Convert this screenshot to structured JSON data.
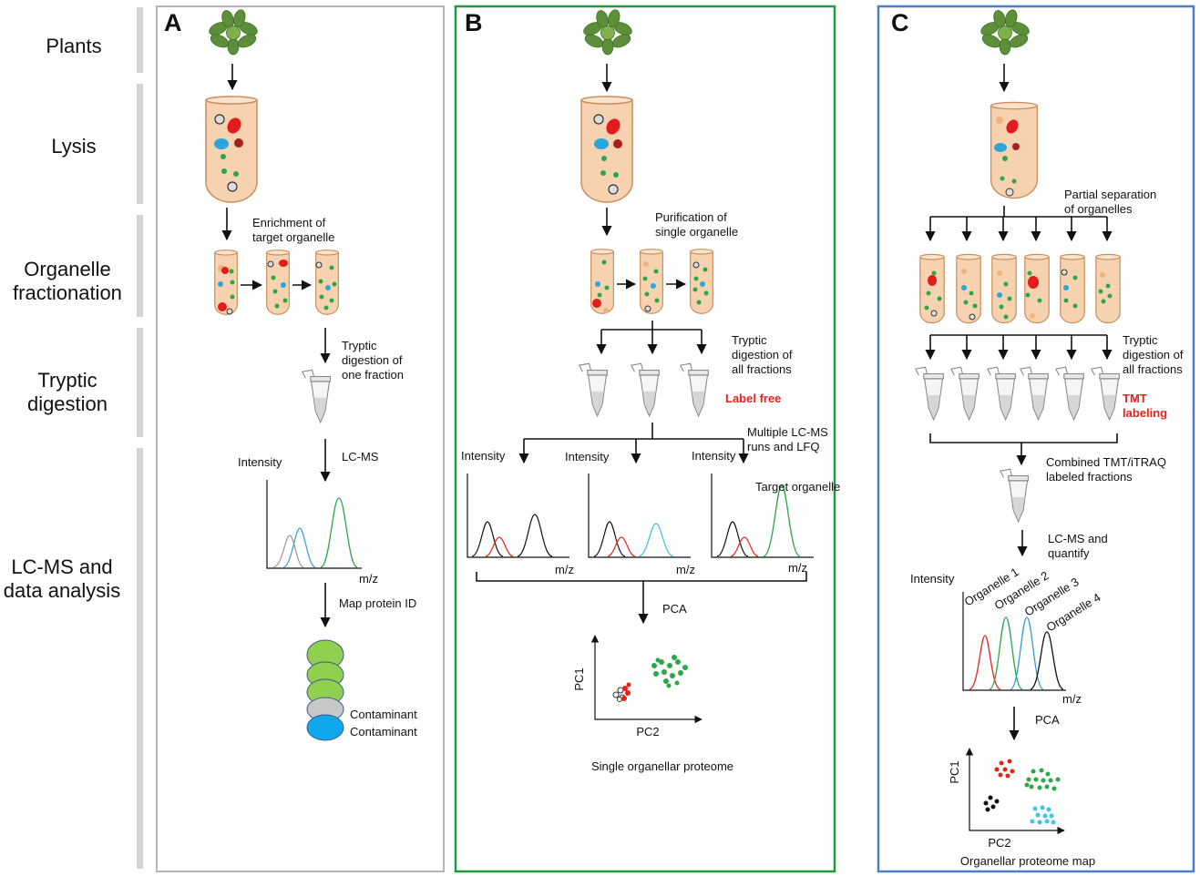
{
  "stages": [
    "Plants",
    "Lysis",
    "Organelle|fractionation",
    "Tryptic|digestion",
    "LC-MS and|data analysis"
  ],
  "colors": {
    "panel_a_border": "#b5b5b5",
    "panel_b_border": "#1e9a3c",
    "panel_c_border": "#4a7ec9",
    "stage_bar": "#d4d4d4",
    "tube_fill": "#f7d2b0",
    "tube_stroke": "#c98e5c",
    "red_organelle": "#e21b1b",
    "dark_red_organelle": "#a52020",
    "blue_organelle": "#2aa6dd",
    "green_organelle": "#2aa845",
    "peach_organelle": "#f2b27d",
    "lime_blob": "#8fd04e",
    "contaminant_gray": "#c8c8c8",
    "contaminant_blue": "#10a8ec",
    "label_red": "#e8231a"
  },
  "panel_a": {
    "letter": "A",
    "enrichment": "Enrichment of|target organelle",
    "tryptic": "Tryptic|digestion of|one fraction",
    "lcms": "LC-MS",
    "intensity": "Intensity",
    "mz": "m/z",
    "map": "Map protein ID",
    "contaminant1": "Contaminant",
    "contaminant2": "Contaminant"
  },
  "panel_b": {
    "letter": "B",
    "purification": "Purification of|single organelle",
    "tryptic": "Tryptic|digestion of|all fractions",
    "label_free": "Label free",
    "multiple": "Multiple LC-MS|runs  and  LFQ",
    "intensity": "Intensity",
    "mz": "m/z",
    "target": "Target organelle",
    "pca": "PCA",
    "pc1": "PC1",
    "pc2": "PC2",
    "footer": "Single organellar proteome"
  },
  "panel_c": {
    "letter": "C",
    "partial": "Partial separation|of organelles",
    "tryptic": "Tryptic|digestion of|all fractions",
    "tmt": "TMT|labeling",
    "combined": "Combined TMT/iTRAQ|labeled fractions",
    "lcms": "LC-MS and|quantify",
    "intensity": "Intensity",
    "mz": "m/z",
    "organelles": [
      "Organelle  1",
      "Organelle  2",
      "Organelle  3",
      "Organelle  4"
    ],
    "pca": "PCA",
    "pc1": "PC1",
    "pc2": "PC2",
    "footer": "Organellar proteome map"
  }
}
